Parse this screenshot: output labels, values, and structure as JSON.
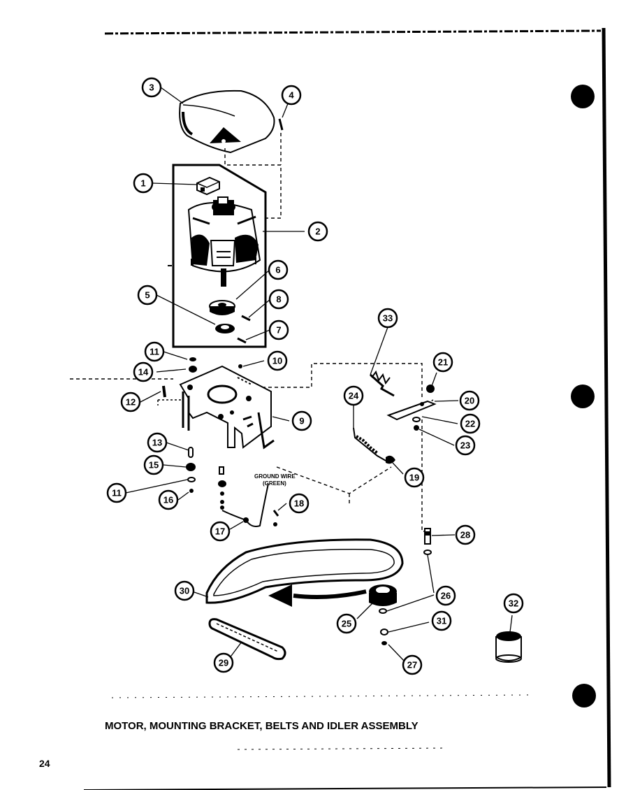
{
  "title": "MOTOR, MOUNTING BRACKET, BELTS AND IDLER ASSEMBLY",
  "page_number": "24",
  "ground_wire_label": [
    "GROUND WIRE",
    "(GREEN)"
  ],
  "callouts": [
    "3",
    "4",
    "1",
    "2",
    "6",
    "8",
    "5",
    "7",
    "11",
    "14",
    "10",
    "12",
    "9",
    "13",
    "15",
    "11",
    "16",
    "18",
    "17",
    "33",
    "21",
    "20",
    "24",
    "22",
    "23",
    "19",
    "28",
    "30",
    "26",
    "25",
    "31",
    "32",
    "29",
    "27"
  ]
}
